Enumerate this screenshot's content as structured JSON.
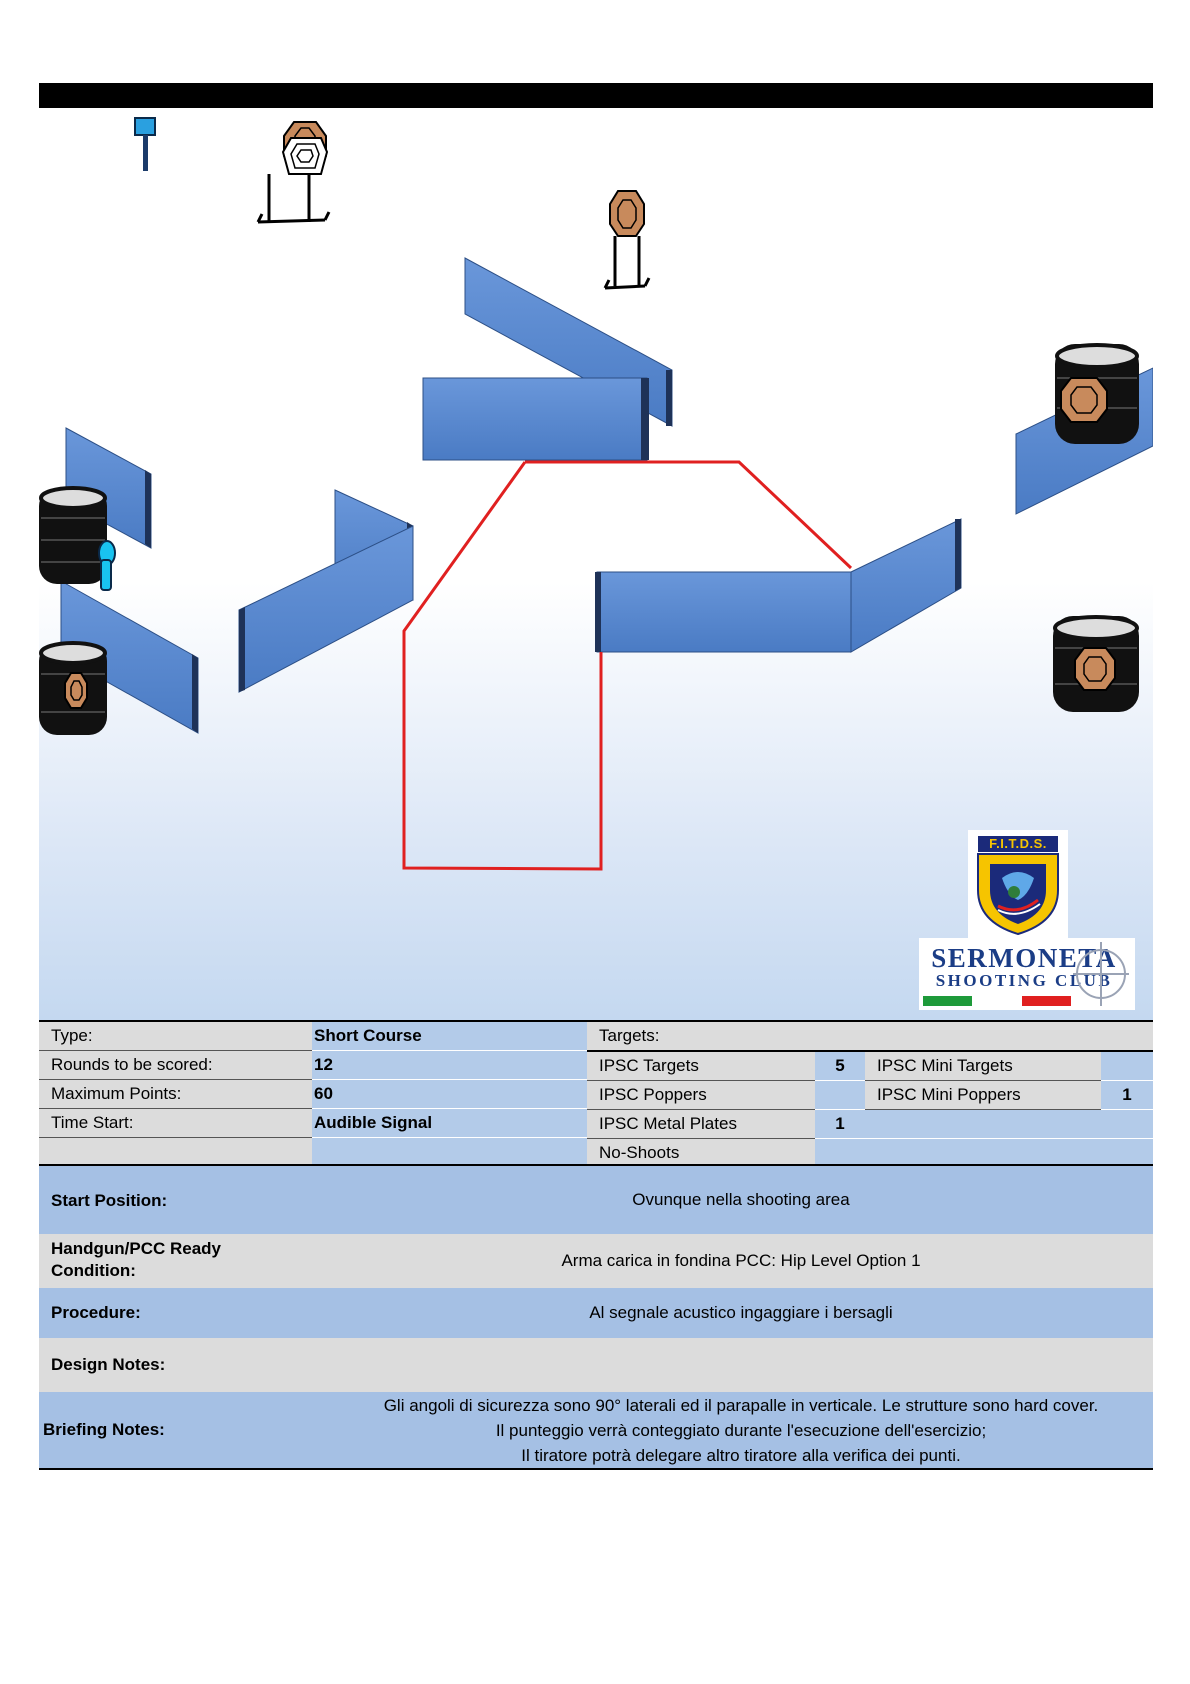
{
  "stage": {
    "title": "",
    "diagram_items": [
      "metal-plate-popper",
      "ipsc-target-with-no-shoot",
      "ipsc-target",
      "walls",
      "barrels-with-mini-targets",
      "mini-popper",
      "shooting-area"
    ]
  },
  "colors": {
    "wall": "#5b8ad0",
    "wall_dark": "#3e6aa9",
    "shooting_area": "#e02020",
    "target": "#c88a5c",
    "popper": "#19c3f0",
    "plate": "#2aa0e0",
    "barrel": "#111111"
  },
  "logos": {
    "fitds_title": "F.I.T.D.S.",
    "club_name": "SERMONETA",
    "club_sub": "SHOOTING CLUB"
  },
  "info": {
    "type_label": "Type:",
    "type_value": "Short Course",
    "rounds_label": "Rounds to be scored:",
    "rounds_value": "12",
    "maxpoints_label": "Maximum Points:",
    "maxpoints_value": "60",
    "timestart_label": "Time Start:",
    "timestart_value": "Audible Signal",
    "targets_label": "Targets:",
    "ipsc_targets_label": "IPSC Targets",
    "ipsc_targets_value": "5",
    "ipsc_mini_targets_label": "IPSC Mini Targets",
    "ipsc_mini_targets_value": "",
    "ipsc_poppers_label": "IPSC Poppers",
    "ipsc_poppers_value": "",
    "ipsc_mini_poppers_label": "IPSC Mini Poppers",
    "ipsc_mini_poppers_value": "1",
    "ipsc_metal_plates_label": "IPSC Metal Plates",
    "ipsc_metal_plates_value": "1",
    "noshoots_label": "No-Shoots",
    "noshoots_value": ""
  },
  "description": {
    "start_label": "Start Position:",
    "start_value": "Ovunque nella shooting area",
    "ready_label_1": "Handgun/PCC Ready",
    "ready_label_2": "Condition:",
    "ready_value": "Arma carica in fondina PCC: Hip Level Option 1",
    "procedure_label": "Procedure:",
    "procedure_value": "Al segnale acustico ingaggiare i bersagli",
    "design_label": "Design Notes:",
    "design_value": "",
    "briefing_label": "Briefing Notes:",
    "briefing_line_1": "Gli angoli di sicurezza sono 90° laterali ed il parapalle in verticale. Le strutture sono hard cover.",
    "briefing_line_2": "Il punteggio verrà conteggiato durante l'esecuzione dell'esercizio;",
    "briefing_line_3": "Il tiratore potrà delegare altro tiratore alla verifica dei punti."
  }
}
